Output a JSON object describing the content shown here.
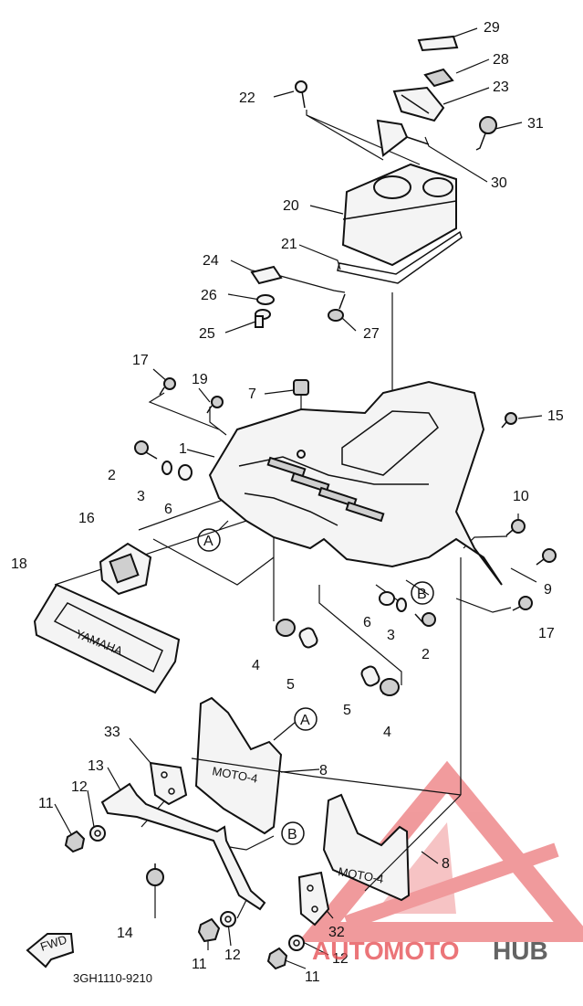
{
  "diagram": {
    "code": "3GH1110-9210",
    "fwd_label": "FWD",
    "plate_text": "MOTO-4",
    "grille_text": "YAMAHA",
    "ref_a": "A",
    "ref_b": "B"
  },
  "callouts": [
    {
      "id": "29",
      "text": "29"
    },
    {
      "id": "28",
      "text": "28"
    },
    {
      "id": "23",
      "text": "23"
    },
    {
      "id": "22",
      "text": "22"
    },
    {
      "id": "31",
      "text": "31"
    },
    {
      "id": "30",
      "text": "30"
    },
    {
      "id": "20",
      "text": "20"
    },
    {
      "id": "21",
      "text": "21"
    },
    {
      "id": "24",
      "text": "24"
    },
    {
      "id": "26",
      "text": "26"
    },
    {
      "id": "25",
      "text": "25"
    },
    {
      "id": "27",
      "text": "27"
    },
    {
      "id": "17a",
      "text": "17"
    },
    {
      "id": "19",
      "text": "19"
    },
    {
      "id": "7",
      "text": "7"
    },
    {
      "id": "15",
      "text": "15"
    },
    {
      "id": "1",
      "text": "1"
    },
    {
      "id": "2a",
      "text": "2"
    },
    {
      "id": "3a",
      "text": "3"
    },
    {
      "id": "6a",
      "text": "6"
    },
    {
      "id": "10",
      "text": "10"
    },
    {
      "id": "16",
      "text": "16"
    },
    {
      "id": "9",
      "text": "9"
    },
    {
      "id": "18",
      "text": "18"
    },
    {
      "id": "6b",
      "text": "6"
    },
    {
      "id": "3b",
      "text": "3"
    },
    {
      "id": "17b",
      "text": "17"
    },
    {
      "id": "2b",
      "text": "2"
    },
    {
      "id": "4a",
      "text": "4"
    },
    {
      "id": "5a",
      "text": "5"
    },
    {
      "id": "5b",
      "text": "5"
    },
    {
      "id": "4b",
      "text": "4"
    },
    {
      "id": "33",
      "text": "33"
    },
    {
      "id": "8a",
      "text": "8"
    },
    {
      "id": "13",
      "text": "13"
    },
    {
      "id": "12a",
      "text": "12"
    },
    {
      "id": "11a",
      "text": "11"
    },
    {
      "id": "8b",
      "text": "8"
    },
    {
      "id": "14",
      "text": "14"
    },
    {
      "id": "32",
      "text": "32"
    },
    {
      "id": "11b",
      "text": "11"
    },
    {
      "id": "12b",
      "text": "12"
    },
    {
      "id": "12c",
      "text": "12"
    },
    {
      "id": "11c",
      "text": "11"
    }
  ],
  "watermark": {
    "text_auto": "AUTO",
    "text_moto": "MOTO",
    "text_hub": "HUB",
    "color_red": "#e5484d",
    "color_gray": "#4a4a4a"
  }
}
